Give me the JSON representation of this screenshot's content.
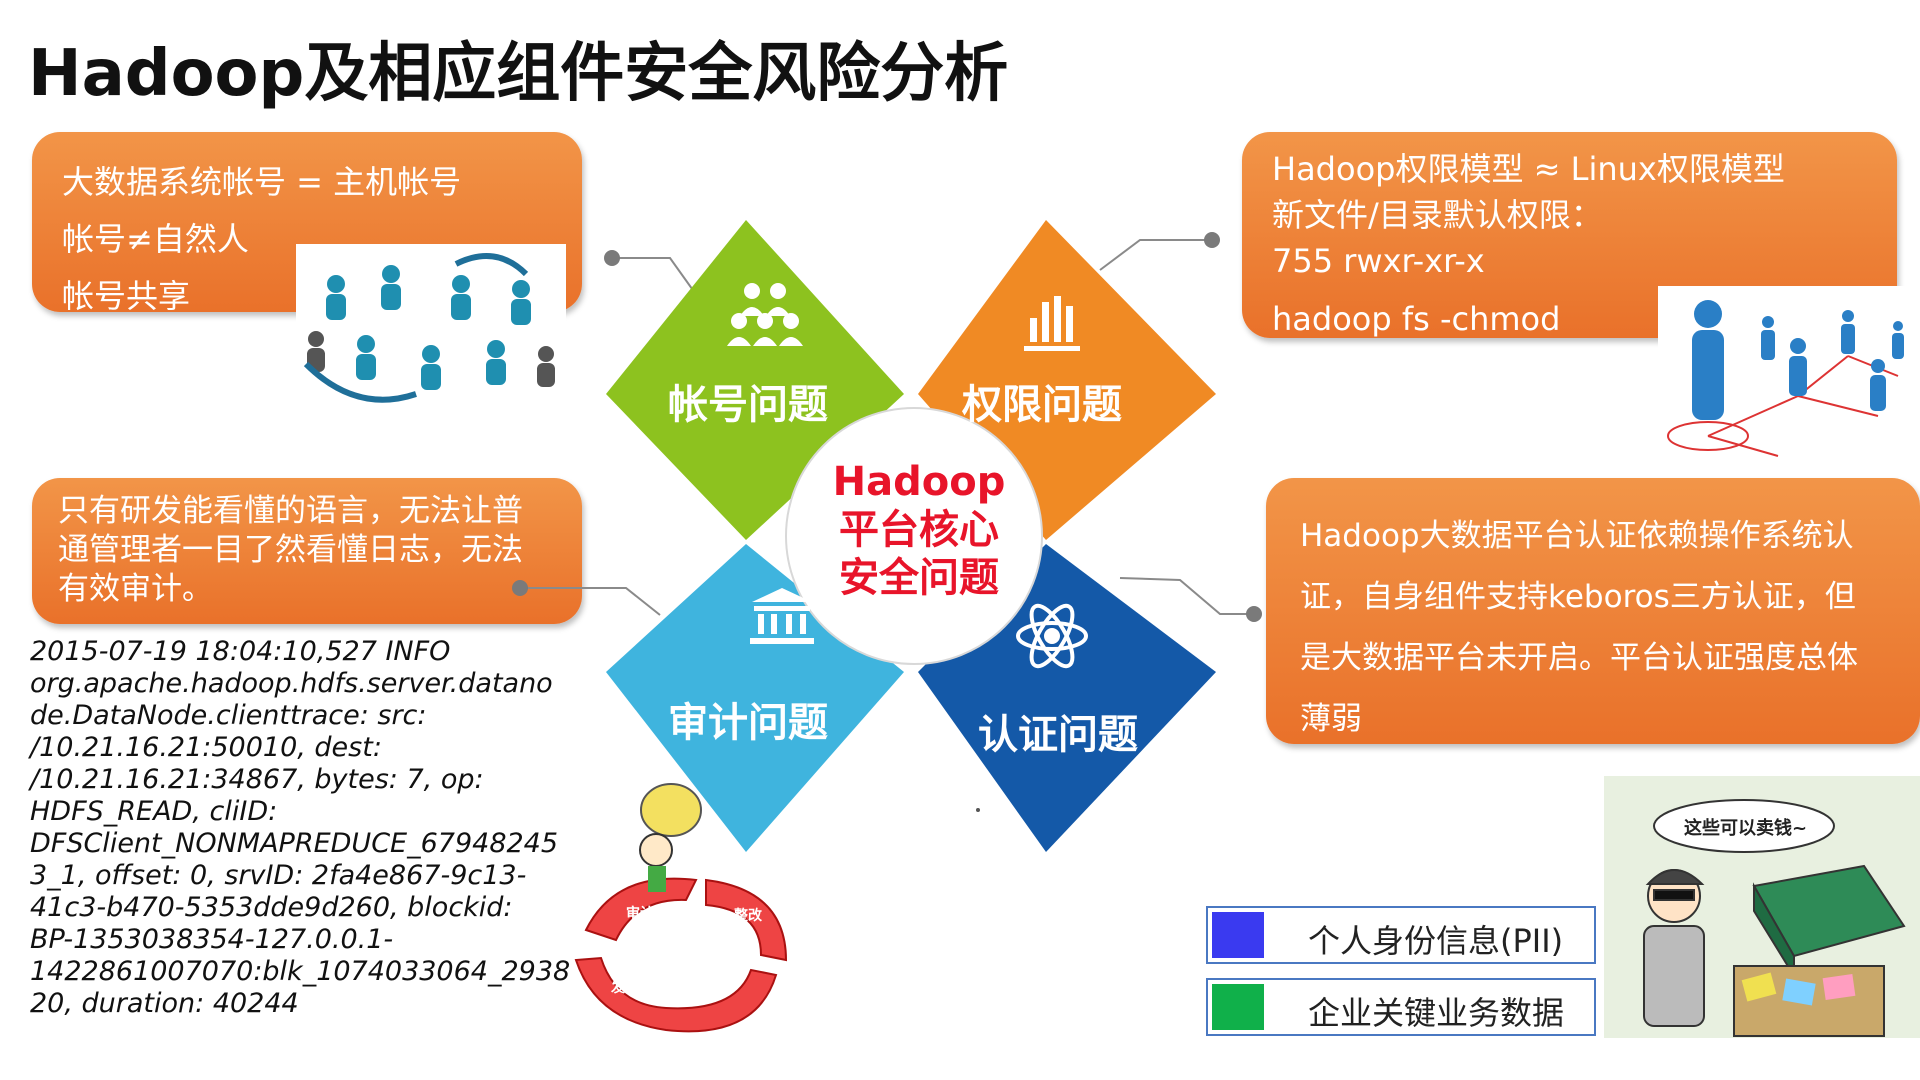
{
  "title": "Hadoop及相应组件安全风险分析",
  "account_box": {
    "lines": [
      "大数据系统帐号 = 主机帐号",
      "帐号≠自然人",
      "帐号共享"
    ]
  },
  "permission_box": {
    "lines": [
      "Hadoop权限模型 ≈ Linux权限模型",
      "新文件/目录默认权限：",
      "755 rwxr-xr-x",
      "hadoop fs -chmod"
    ]
  },
  "audit_box": {
    "lines": [
      "只有研发能看懂的语言，无法让普",
      "通管理者一目了然看懂日志，无法",
      "有效审计。"
    ]
  },
  "auth_box": {
    "lines": [
      "Hadoop大数据平台认证依赖操作系统认",
      "证，自身组件支持keboros三方认证，但",
      "是大数据平台未开启。平台认证强度总体",
      "薄弱"
    ]
  },
  "log_text": {
    "lines": [
      "2015-07-19 18:04:10,527 INFO",
      "org.apache.hadoop.hdfs.server.datano",
      "de.DataNode.clienttrace: src:",
      "/10.21.16.21:50010, dest:",
      "/10.21.16.21:34867, bytes: 7, op:",
      "HDFS_READ, cliID:",
      "DFSClient_NONMAPREDUCE_67948245",
      "3_1, offset: 0, srvID: 2fa4e867-9c13-",
      "41c3-b470-5353dde9d260, blockid:",
      "BP-1353038354-127.0.0.1-",
      "1422861007070:blk_1074033064_2938",
      "20, duration: 40244"
    ]
  },
  "diamond": {
    "center_lines": [
      "Hadoop",
      "平台核心",
      "安全问题"
    ],
    "account_label": "帐号问题",
    "permission_label": "权限问题",
    "audit_label": "审计问题",
    "auth_label": "认证问题"
  },
  "colors": {
    "account": "#8dc21f",
    "permission": "#f08a24",
    "audit": "#3fb4de",
    "auth": "#1459a8",
    "box": "#ee7f33",
    "center_text": "#e8142a"
  },
  "legend": [
    {
      "label": "个人身份信息(PII)",
      "color": "#3a3af0"
    },
    {
      "label": "企业关键业务数据",
      "color": "#10b04a"
    }
  ],
  "cartoon_seller": {
    "speech": "这些可以卖钱~"
  },
  "audit_cycle": {
    "labels": [
      "审计",
      "整改",
      "发现问题"
    ]
  }
}
